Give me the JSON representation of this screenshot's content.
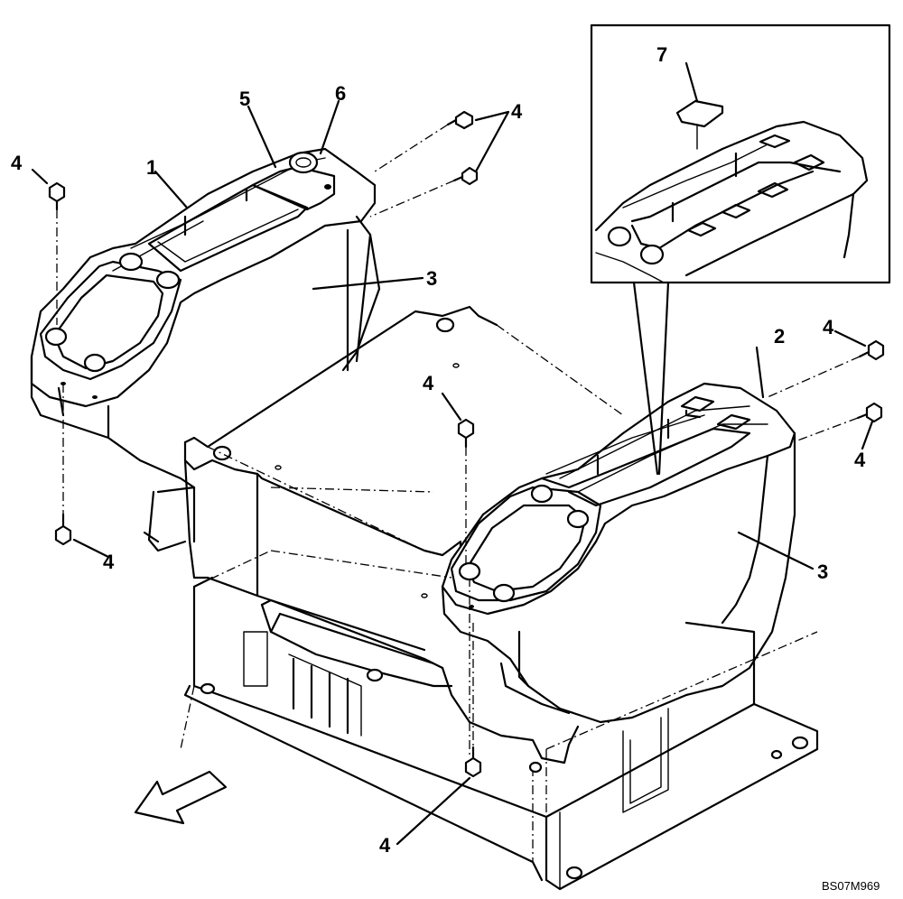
{
  "diagram": {
    "drawing_code": "BS07M969",
    "callouts": {
      "c1": "1",
      "c2": "2",
      "c3a": "3",
      "c3b": "3",
      "c4a": "4",
      "c4b": "4",
      "c4c": "4",
      "c4d": "4",
      "c4e": "4",
      "c4f": "4",
      "c4g": "4",
      "c5": "5",
      "c6": "6",
      "c7": "7"
    }
  }
}
